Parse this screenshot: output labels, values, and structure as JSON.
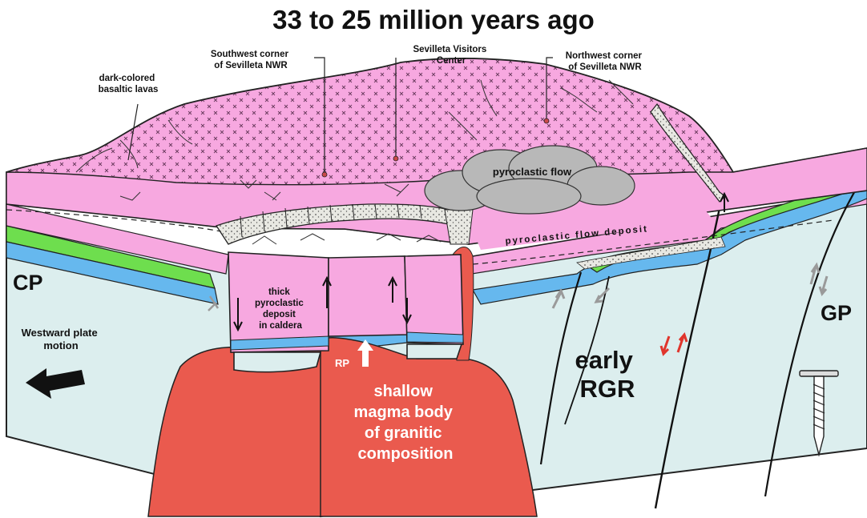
{
  "title": "33 to 25 million years ago",
  "labels": {
    "basaltic_lavas": [
      "dark-colored",
      "basaltic lavas"
    ],
    "southwest_corner": [
      "Southwest corner",
      "of Sevilleta NWR"
    ],
    "visitors_center": [
      "Sevilleta Visitors",
      "Center"
    ],
    "northwest_corner": [
      "Northwest corner",
      "of Sevilleta NWR"
    ],
    "pyroclastic_flow": "pyroclastic flow",
    "pyroclastic_flow_deposit": "pyroclastic flow deposit",
    "cp": "CP",
    "gp": "GP",
    "caldera_deposit": [
      "thick",
      "pyroclastic",
      "deposit",
      "in caldera"
    ],
    "westward_motion": [
      "Westward plate",
      "motion"
    ],
    "rp": "RP",
    "magma": [
      "shallow",
      "magma body",
      "of granitic",
      "composition"
    ],
    "early_rgr": [
      "early",
      "RGR"
    ]
  },
  "colors": {
    "surface_pink": "#f7a8e0",
    "magma_red": "#ea5a4e",
    "base_pale": "#dceeee",
    "green_layer": "#6ede4e",
    "blue_layer": "#66b8ee",
    "cloud_gray": "#b8b8b8",
    "fault_arrow_red": "#e0352c",
    "fault_arrow_gray": "#9a9a9a"
  }
}
